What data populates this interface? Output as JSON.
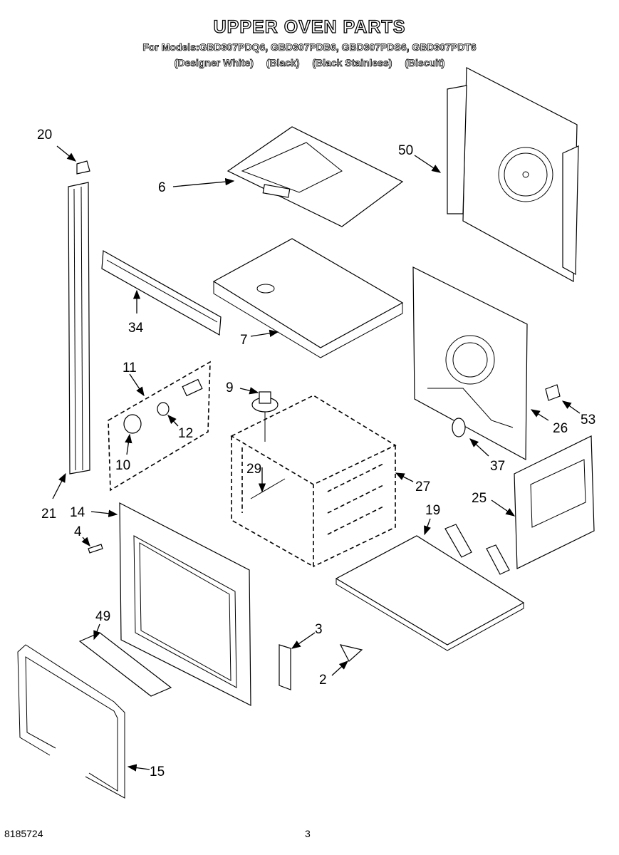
{
  "header": {
    "title": "UPPER OVEN PARTS",
    "models": "For Models:GBD307PDQ6, GBD307PDB6, GBD307PDS6, GBD307PDT6",
    "finishes": [
      "(Designer White)",
      "(Black)",
      "(Black Stainless)",
      "(Biscuit)"
    ]
  },
  "callouts": {
    "c20": "20",
    "c6": "6",
    "c50": "50",
    "c34": "34",
    "c7": "7",
    "c11": "11",
    "c9": "9",
    "c12": "12",
    "c10": "10",
    "c29": "29",
    "c27": "27",
    "c26": "26",
    "c53": "53",
    "c37": "37",
    "c25": "25",
    "c21": "21",
    "c14": "14",
    "c4": "4",
    "c19": "19",
    "c49": "49",
    "c3": "3",
    "c2": "2",
    "c15": "15"
  },
  "footer": {
    "doc_number": "8185724",
    "page_number": "3"
  }
}
